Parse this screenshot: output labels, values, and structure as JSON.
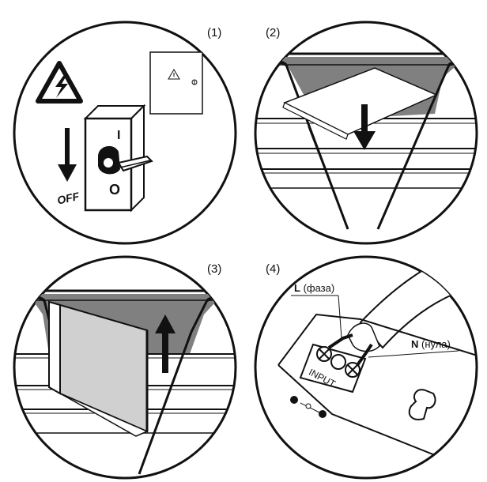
{
  "panels": [
    {
      "step": "(1)",
      "off_label": "OFF",
      "on_symbol": "I",
      "off_symbol": "O"
    },
    {
      "step": "(2)"
    },
    {
      "step": "(3)"
    },
    {
      "step": "(4)",
      "terminal_label": "INPUT",
      "phase_label": {
        "letter": "L",
        "text": " (фаза)"
      },
      "neutral_label": {
        "letter": "N",
        "text": " (нула)"
      }
    }
  ],
  "colors": {
    "ink": "#111111",
    "gray": "#808080",
    "panel": "#d0d0d0"
  }
}
